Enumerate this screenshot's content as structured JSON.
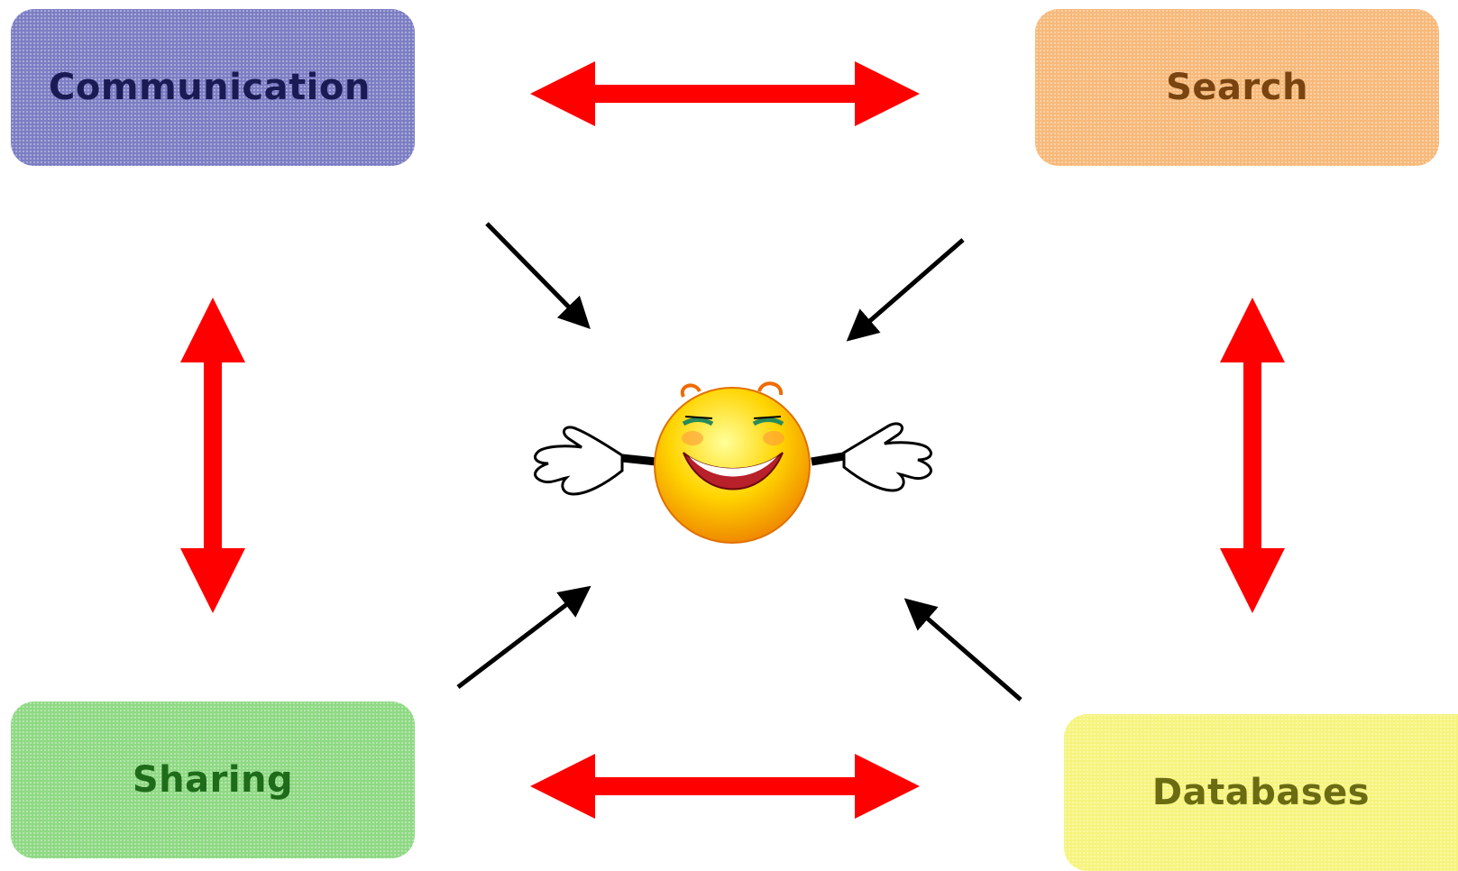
{
  "nodes": {
    "communication": {
      "label": "Communication",
      "fill": "#7c7ec4",
      "text_color": "#1a1a55"
    },
    "search": {
      "label": "Search",
      "fill": "#f7b97a",
      "text_color": "#7a4410"
    },
    "sharing": {
      "label": "Sharing",
      "fill": "#8fd984",
      "text_color": "#1e6b1a"
    },
    "databases": {
      "label": "Databases",
      "fill": "#f6f47c",
      "text_color": "#6b6b12"
    }
  },
  "connectors": {
    "bidirectional_color": "#ff0000",
    "pointer_color": "#000000"
  },
  "center": {
    "icon": "smiley-with-open-hands-icon"
  }
}
